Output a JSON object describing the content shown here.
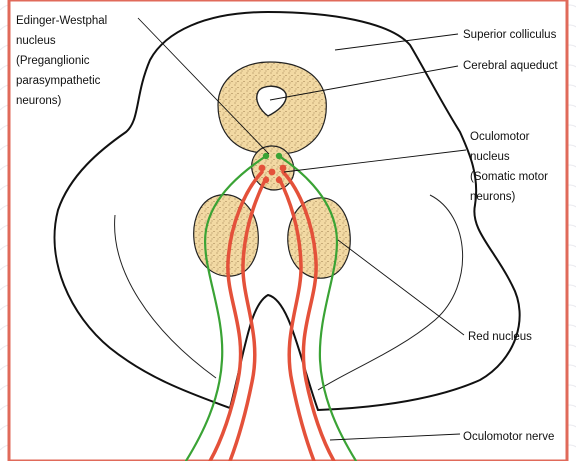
{
  "labels": {
    "edinger_westphal": [
      "Edinger-Westphal",
      "nucleus",
      "(Preganglionic",
      "parasympathetic",
      "neurons)"
    ],
    "superior_colliculus": "Superior colliculus",
    "cerebral_aqueduct": "Cerebral aqueduct",
    "oculomotor_nucleus": [
      "Oculomotor",
      "nucleus",
      "(Somatic motor",
      "neurons)"
    ],
    "red_nucleus": "Red nucleus",
    "oculomotor_nerve": "Oculomotor nerve"
  },
  "colors": {
    "frame_border": "#e06a5a",
    "nucleus_fill": "#f2d9a3",
    "somatic_tract": "#e4513a",
    "parasympathetic_tract": "#3aa335",
    "outline": "#111111"
  }
}
